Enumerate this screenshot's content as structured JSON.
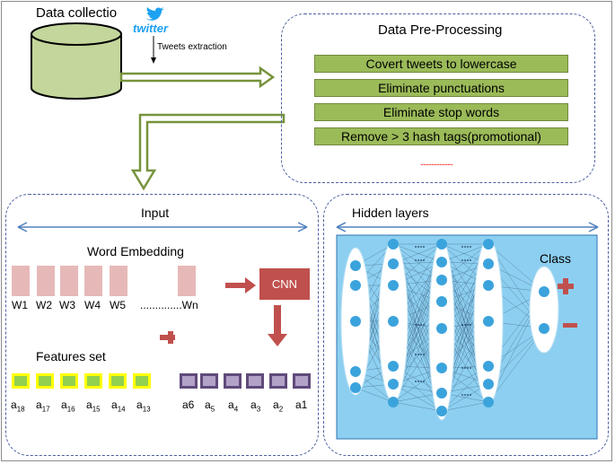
{
  "data_collection": {
    "title": "Data collectio",
    "twitter_logo_text": "twitter",
    "tweets_label": "Tweets extraction"
  },
  "preprocessing": {
    "title": "Data Pre-Processing",
    "steps": [
      "Covert tweets to lowercase",
      "Eliminate punctuations",
      "Eliminate stop words",
      "Remove > 3 hash tags(promotional)"
    ],
    "more": "........................"
  },
  "input": {
    "title": "Input",
    "word_embedding": "Word Embedding",
    "words": [
      "W1",
      "W2",
      "W3",
      "W4",
      "W5"
    ],
    "wn": "..............Wn",
    "cnn": "CNN",
    "features_set": "Features set",
    "feature_labels": [
      {
        "b": "a",
        "s": "18"
      },
      {
        "b": "a",
        "s": "17"
      },
      {
        "b": "a",
        "s": "16"
      },
      {
        "b": "a",
        "s": "15"
      },
      {
        "b": "a",
        "s": "14"
      },
      {
        "b": "a",
        "s": "13"
      }
    ],
    "cnn_labels": [
      {
        "b": "a6",
        "s": ""
      },
      {
        "b": "a",
        "s": "5"
      },
      {
        "b": "a",
        "s": "4"
      },
      {
        "b": "a",
        "s": "3"
      },
      {
        "b": "a",
        "s": "2"
      },
      {
        "b": "a1",
        "s": ""
      }
    ]
  },
  "hidden": {
    "title": "Hidden layers",
    "class_label": "Class",
    "plus": "+",
    "minus": "−"
  },
  "colors": {
    "db": "#c3d69b",
    "arrow_green": "#77933c",
    "step_fill": "#9bbb59",
    "panel_border": "#4a5fa0",
    "word_box": "#e6b9b8",
    "cnn_box": "#c0504d",
    "feature_box": "#92d050",
    "feature_border": "#ffff00",
    "cnn_out_box": "#b3a2c7",
    "cnn_out_border": "#604a7b",
    "nn_bg": "#8dcff0",
    "red": "#c0504d"
  }
}
